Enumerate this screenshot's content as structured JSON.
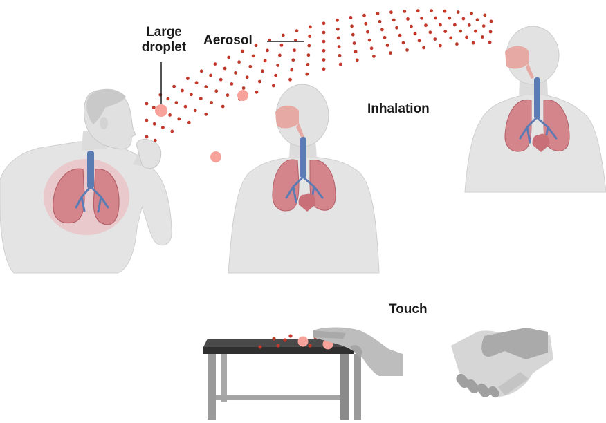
{
  "labels": {
    "large_droplet_line1": "Large",
    "large_droplet_line2": "droplet",
    "aerosol": "Aerosol",
    "inhalation": "Inhalation",
    "touch": "Touch"
  },
  "colors": {
    "body": "#e4e4e4",
    "body_outline": "#c9c9c9",
    "lung": "#d4848b",
    "lung_infected_glow": "#f0a8ae",
    "airway": "#5b7bb3",
    "mouth": "#e6a9a3",
    "aerosol_dot": "#c0392b",
    "large_droplet": "#f7a39c",
    "table_top": "#3a3a3a",
    "table_leg": "#8f8f8f",
    "hand": "#bdbdbd"
  },
  "icons": [
    "coughing-person",
    "inhaling-person-center",
    "inhaling-person-right",
    "table",
    "hand",
    "handshake-icon"
  ]
}
